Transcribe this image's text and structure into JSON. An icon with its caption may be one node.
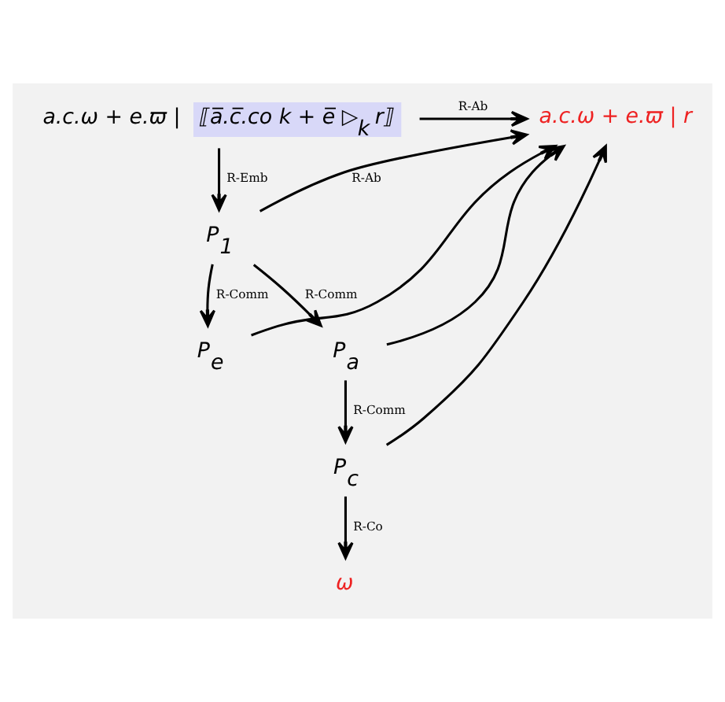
{
  "diagram": {
    "nodes": [
      {
        "text": [
          "⟦a̅.c̅.co k + e̅ ▷$_{k}$ r⟧"
        ],
        "beside": [
          "a.c.ω + e.ϖ |"
        ]
      },
      {
        "text": [
          "a.c.ω + e.ϖ | r"
        ]
      },
      {
        "text": [
          "P$_{1}$"
        ]
      },
      {
        "text": [
          "P$_{e}$"
        ]
      },
      {
        "text": [
          "P$_{a}$"
        ]
      },
      {
        "text": [
          "P$_{c}$"
        ]
      },
      {
        "text": [
          "ω"
        ]
      }
    ],
    "edges": [
      {
        "from": 0,
        "to": 1,
        "arrow": "to",
        "label": "R-Ab"
      },
      {
        "from": 0,
        "to": 2,
        "arrow": "to",
        "label": "R-Emb"
      },
      {
        "from": 2,
        "to": 3,
        "arrow": "to",
        "label": "R-Comm"
      },
      {
        "from": 2,
        "to": 4,
        "arrow": "to",
        "label": "R-Comm"
      },
      {
        "from": 4,
        "to": 5,
        "arrow": "to",
        "label": "R-Comm"
      },
      {
        "from": 5,
        "to": 6,
        "arrow": "to",
        "label": "R-Co"
      },
      {
        "from": 2,
        "to": 1,
        "arrow": "to",
        "label": "R-Ab"
      },
      {
        "from": 3,
        "to": 1,
        "arrow": "to"
      },
      {
        "from": 4,
        "to": 1,
        "arrow": "to"
      },
      {
        "from": 5,
        "to": 1,
        "arrow": "to"
      }
    ]
  }
}
